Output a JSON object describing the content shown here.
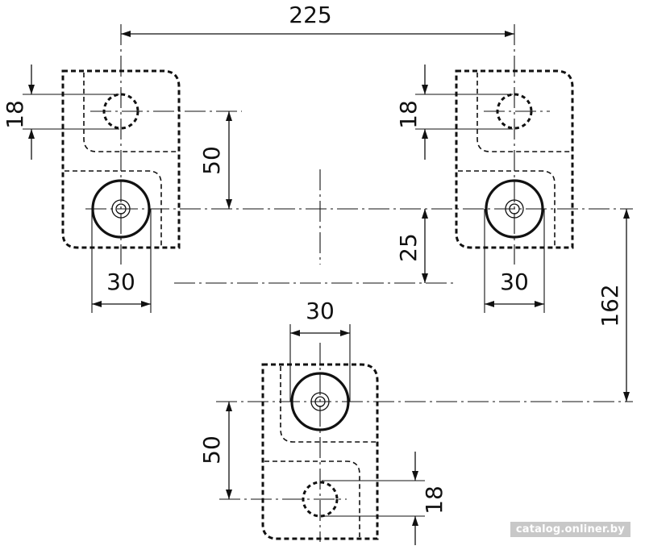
{
  "dimensions": {
    "spacing_horizontal": "225",
    "diameter_left": "30",
    "diameter_right": "30",
    "diameter_bottom": "30",
    "hole_left": "18",
    "hole_right": "18",
    "hole_bottom": "18",
    "offset_left": "50",
    "offset_bottom": "50",
    "center_offset": "25",
    "vertical_distance": "162"
  },
  "watermark": "catalog.onliner.by"
}
